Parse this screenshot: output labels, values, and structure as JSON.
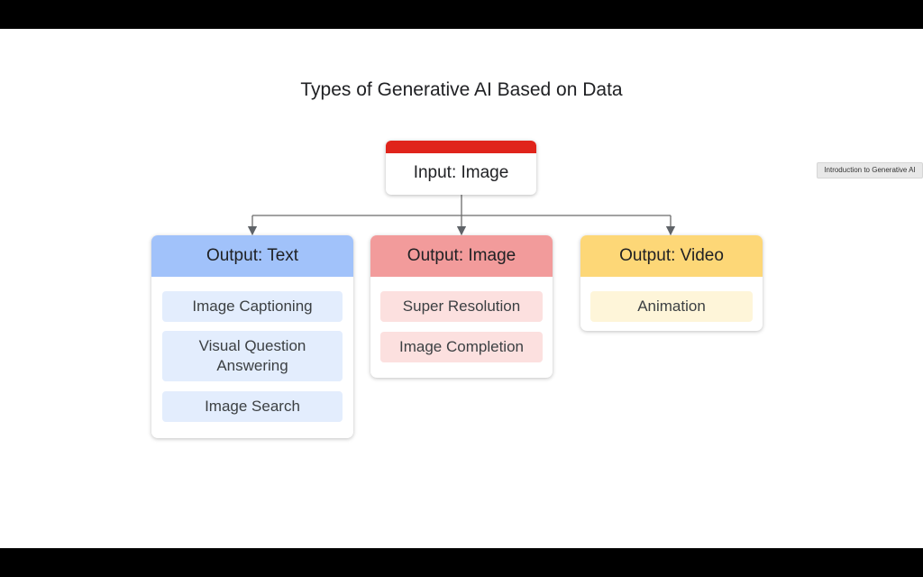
{
  "title": "Types of Generative AI Based on Data",
  "input": {
    "label": "Input: Image",
    "color": "#e0241b"
  },
  "outputs": [
    {
      "label": "Output: Text",
      "color": "#a1c2fa",
      "item_color": "#e3edfd",
      "items": [
        "Image Captioning",
        "Visual Question Answering",
        "Image Search"
      ]
    },
    {
      "label": "Output: Image",
      "color": "#f29b9b",
      "item_color": "#fce0df",
      "items": [
        "Super Resolution",
        "Image Completion"
      ]
    },
    {
      "label": "Output: Video",
      "color": "#fdd777",
      "item_color": "#fef5d9",
      "items": [
        "Animation"
      ]
    }
  ],
  "tooltip": "Introduction to Generative AI"
}
